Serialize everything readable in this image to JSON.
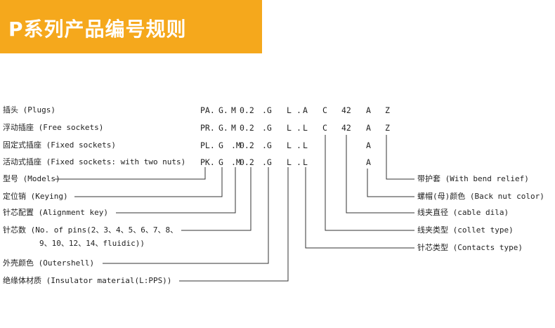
{
  "header": {
    "title": "P系列产品编号规则",
    "color": "#f5a81c"
  },
  "rows": [
    {
      "label": "插头 (Plugs)",
      "code": [
        "PA.",
        "G.",
        "M",
        "0.2",
        ".G",
        "L",
        ".",
        "A",
        "C",
        "42",
        "A",
        "Z"
      ]
    },
    {
      "label": "浮动插座 (Free sockets)",
      "code": [
        "PR.",
        "G.",
        "M",
        "0.2",
        ".G",
        "L",
        ".",
        "L",
        "C",
        "42",
        "A",
        "Z"
      ]
    },
    {
      "label": "固定式插座 (Fixed sockets)",
      "code": [
        "PL.",
        "G",
        ".M",
        "0.2",
        ".G",
        "L",
        ".",
        "L",
        "",
        "",
        "A",
        ""
      ]
    },
    {
      "label": "活动式插座 (Fixed sockets: with two nuts)",
      "code": [
        "PK.",
        "G",
        ".M",
        "0.2",
        ".G",
        "L",
        ".",
        "L",
        "",
        "",
        "A",
        ""
      ]
    }
  ],
  "left_labels": [
    "型号 (Models)",
    "定位销 (Keying)",
    "针芯配置 (Alignment key)",
    "针芯数 (No. of pins(2、3、4、5、6、7、8、",
    "9、10、12、14、fluidic))",
    "外壳颜色 (Outershell)",
    "绝缘体材质 (Insulator material(L:PPS))"
  ],
  "right_labels": [
    "带护套 (With bend relief)",
    "螺帽(母)颜色 (Back nut color)",
    "线夹直径 (cable dila)",
    "线夹类型 (collet type)",
    "针芯类型 (Contacts type)"
  ]
}
